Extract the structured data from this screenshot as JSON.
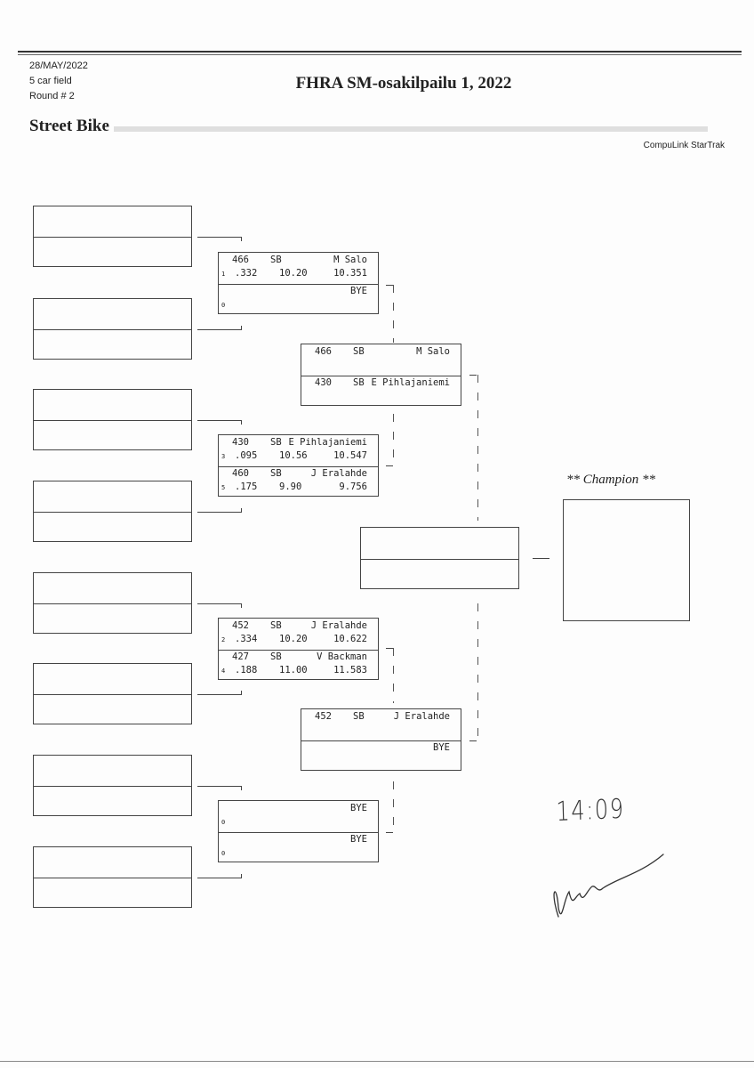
{
  "header": {
    "date": "28/MAY/2022",
    "field": "5 car field",
    "round": "Round # 2",
    "event_title": "FHRA SM-osakilpailu 1, 2022",
    "class_name": "Street Bike",
    "software": "CompuLink StarTrak"
  },
  "champion_label": "** Champion **",
  "round2": [
    {
      "top": {
        "car": "466",
        "cls": "SB",
        "name": "M Salo",
        "lane": "1",
        "rt": ".332",
        "dial": "10.20",
        "et": "10.351"
      },
      "bottom": {
        "car": "",
        "cls": "",
        "name": "BYE",
        "lane": "0",
        "rt": "",
        "dial": "",
        "et": ""
      }
    },
    {
      "top": {
        "car": "430",
        "cls": "SB",
        "name": "E Pihlajaniemi",
        "lane": "3",
        "rt": ".095",
        "dial": "10.56",
        "et": "10.547"
      },
      "bottom": {
        "car": "460",
        "cls": "SB",
        "name": "J Eralahde",
        "lane": "5",
        "rt": ".175",
        "dial": "9.90",
        "et": "9.756"
      }
    },
    {
      "top": {
        "car": "452",
        "cls": "SB",
        "name": "J Eralahde",
        "lane": "2",
        "rt": ".334",
        "dial": "10.20",
        "et": "10.622"
      },
      "bottom": {
        "car": "427",
        "cls": "SB",
        "name": "V Backman",
        "lane": "4",
        "rt": ".188",
        "dial": "11.00",
        "et": "11.583"
      }
    },
    {
      "top": {
        "car": "",
        "cls": "",
        "name": "BYE",
        "lane": "0",
        "rt": "",
        "dial": "",
        "et": ""
      },
      "bottom": {
        "car": "",
        "cls": "",
        "name": "BYE",
        "lane": "0",
        "rt": "",
        "dial": "",
        "et": ""
      }
    }
  ],
  "round3": [
    {
      "top": {
        "car": "466",
        "cls": "SB",
        "name": "M Salo"
      },
      "bottom": {
        "car": "430",
        "cls": "SB",
        "name": "E Pihlajaniemi"
      }
    },
    {
      "top": {
        "car": "452",
        "cls": "SB",
        "name": "J Eralahde"
      },
      "bottom": {
        "car": "",
        "cls": "",
        "name": "BYE"
      }
    }
  ],
  "handwritten": {
    "time": "14:09"
  }
}
